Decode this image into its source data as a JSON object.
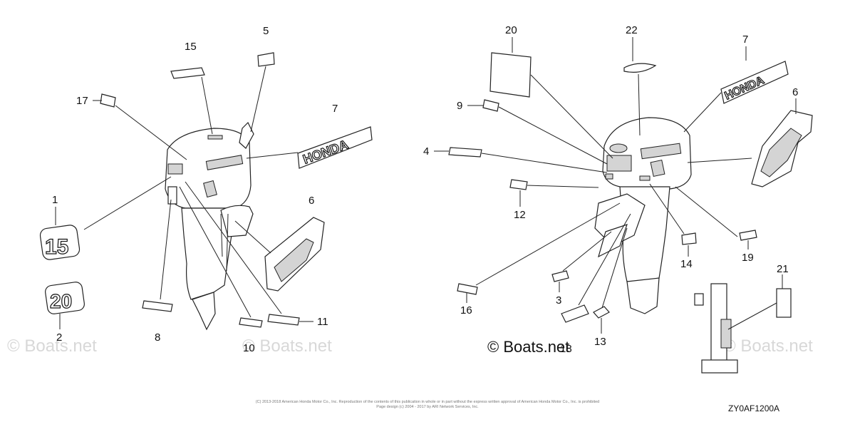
{
  "watermark": "© Boats.net",
  "drawing_code": "ZY0AF1200A",
  "copyright_line1": "(C) 2013-2018 American Honda Motor Co., Inc. Reproduction of the contents of this publication in whole or in part without the express written approval of American Honda Motor Co., Inc. is prohibited",
  "copyright_line2": "Page design (c) 2004 - 2017 by ARI Network Services, Inc.",
  "emblems": {
    "honda": "HONDA",
    "fifteen": "15",
    "twenty": "20"
  },
  "callouts": {
    "l1": "1",
    "l2": "2",
    "l5": "5",
    "l6": "6",
    "l7": "7",
    "l8": "8",
    "l10": "10",
    "l11": "11",
    "l15": "15",
    "l17": "17",
    "r3": "3",
    "r4": "4",
    "r6": "6",
    "r7": "7",
    "r9": "9",
    "r12": "12",
    "r13": "13",
    "r14": "14",
    "r16": "16",
    "r18": "18",
    "r19": "19",
    "r20": "20",
    "r21": "21",
    "r22": "22"
  }
}
